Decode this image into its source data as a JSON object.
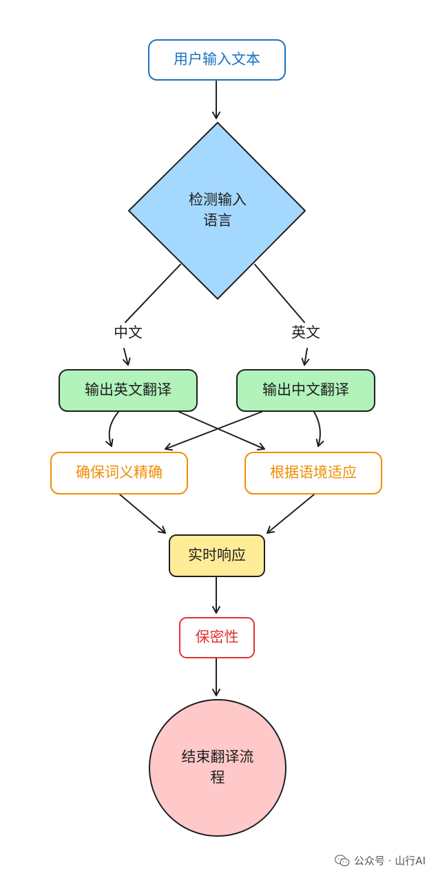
{
  "nodes": {
    "start": {
      "label": "用户输入文本",
      "stroke": "#1971c2",
      "fill": "#ffffff",
      "text_color": "#1971c2"
    },
    "detect": {
      "label_lines": [
        "检测输入",
        "语言"
      ],
      "stroke": "#1e1e1e",
      "fill": "#a5d8ff",
      "text_color": "#1e1e1e"
    },
    "out_en": {
      "label": "输出英文翻译",
      "stroke": "#1e1e1e",
      "fill": "#b2f2bb",
      "text_color": "#1e1e1e"
    },
    "out_zh": {
      "label": "输出中文翻译",
      "stroke": "#1e1e1e",
      "fill": "#b2f2bb",
      "text_color": "#1e1e1e"
    },
    "accurate": {
      "label": "确保词义精确",
      "stroke": "#f08c00",
      "fill": "#ffffff",
      "text_color": "#f08c00"
    },
    "context": {
      "label": "根据语境适应",
      "stroke": "#f08c00",
      "fill": "#ffffff",
      "text_color": "#f08c00"
    },
    "realtime": {
      "label": "实时响应",
      "stroke": "#1e1e1e",
      "fill": "#ffec99",
      "text_color": "#1e1e1e"
    },
    "privacy": {
      "label": "保密性",
      "stroke": "#e03131",
      "fill": "#ffffff",
      "text_color": "#e03131"
    },
    "end": {
      "label_lines": [
        "结束翻译流",
        "程"
      ],
      "stroke": "#1e1e1e",
      "fill": "#ffc9c9",
      "text_color": "#1e1e1e"
    }
  },
  "edges": [
    {
      "from": "start",
      "to": "detect"
    },
    {
      "from": "detect",
      "to": "out_en",
      "label": "中文"
    },
    {
      "from": "detect",
      "to": "out_zh",
      "label": "英文"
    },
    {
      "from": "out_en",
      "to": "accurate"
    },
    {
      "from": "out_en",
      "to": "context"
    },
    {
      "from": "out_zh",
      "to": "accurate"
    },
    {
      "from": "out_zh",
      "to": "context"
    },
    {
      "from": "accurate",
      "to": "realtime"
    },
    {
      "from": "context",
      "to": "realtime"
    },
    {
      "from": "realtime",
      "to": "privacy"
    },
    {
      "from": "privacy",
      "to": "end"
    }
  ],
  "watermark": {
    "text": "公众号 · 山行AI",
    "icon": "wechat-icon"
  },
  "colors": {
    "line": "#1e1e1e"
  }
}
